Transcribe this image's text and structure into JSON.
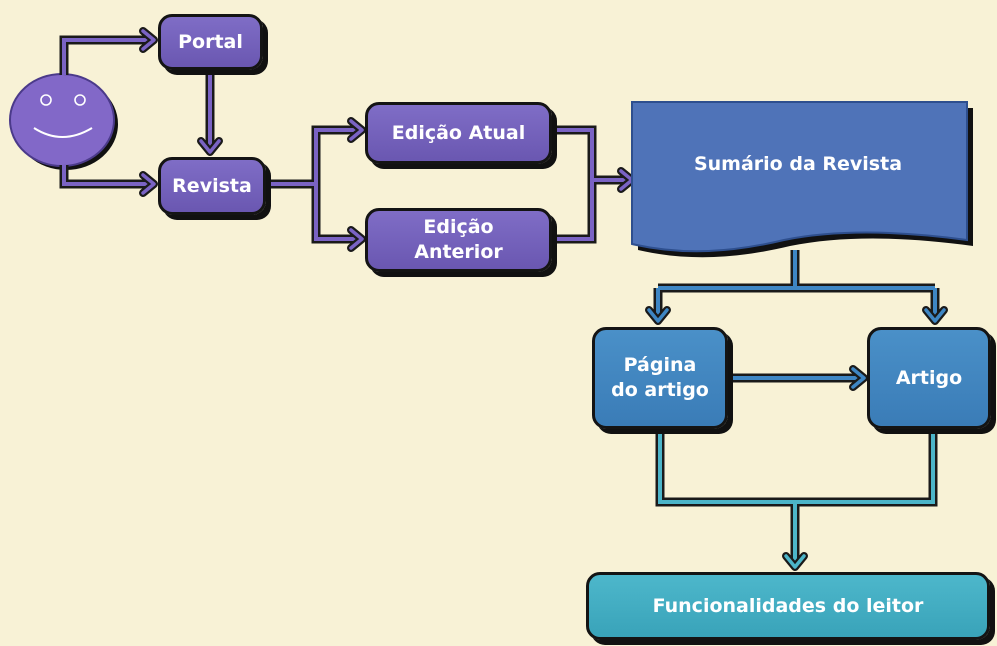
{
  "nodes": {
    "portal": "Portal",
    "revista": "Revista",
    "edicao_atual": "Edição Atual",
    "edicao_anterior": [
      "Edição",
      "Anterior"
    ],
    "sumario": "Sumário da Revista",
    "pagina_artigo": [
      "Página",
      "do artigo"
    ],
    "artigo": "Artigo",
    "funcionalidades": "Funcionalidades do leitor"
  },
  "colors": {
    "background": "#f8f2d6",
    "purple_node": "#7563bd",
    "blue_node": "#3f83bd",
    "sumario_node": "#4f73b8",
    "teal_node": "#45aec3",
    "purple_connector": "#7a63c4",
    "blue_connector": "#3e86c4",
    "teal_connector": "#4cb5c9",
    "outline": "#141414"
  },
  "icons": [
    "smiley-face-icon"
  ]
}
